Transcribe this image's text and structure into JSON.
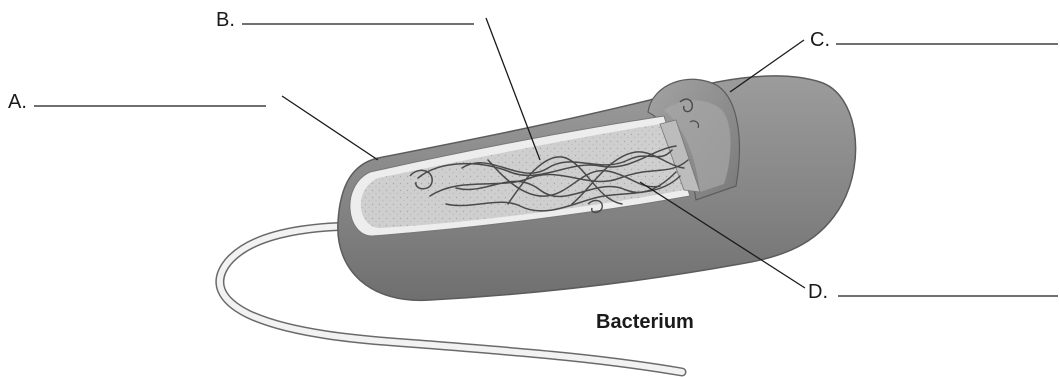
{
  "diagram": {
    "caption": "Bacterium",
    "labels": [
      {
        "letter": "A."
      },
      {
        "letter": "B."
      },
      {
        "letter": "C."
      },
      {
        "letter": "D."
      }
    ]
  },
  "colors": {
    "cell_wall": "#8e8e8e",
    "cytoplasm": "#cfcfcf",
    "membrane": "#ededed",
    "dna_strand": "#4a4a4a",
    "flagellum": "#f2f2f2",
    "ink": "#1a1a1a"
  }
}
